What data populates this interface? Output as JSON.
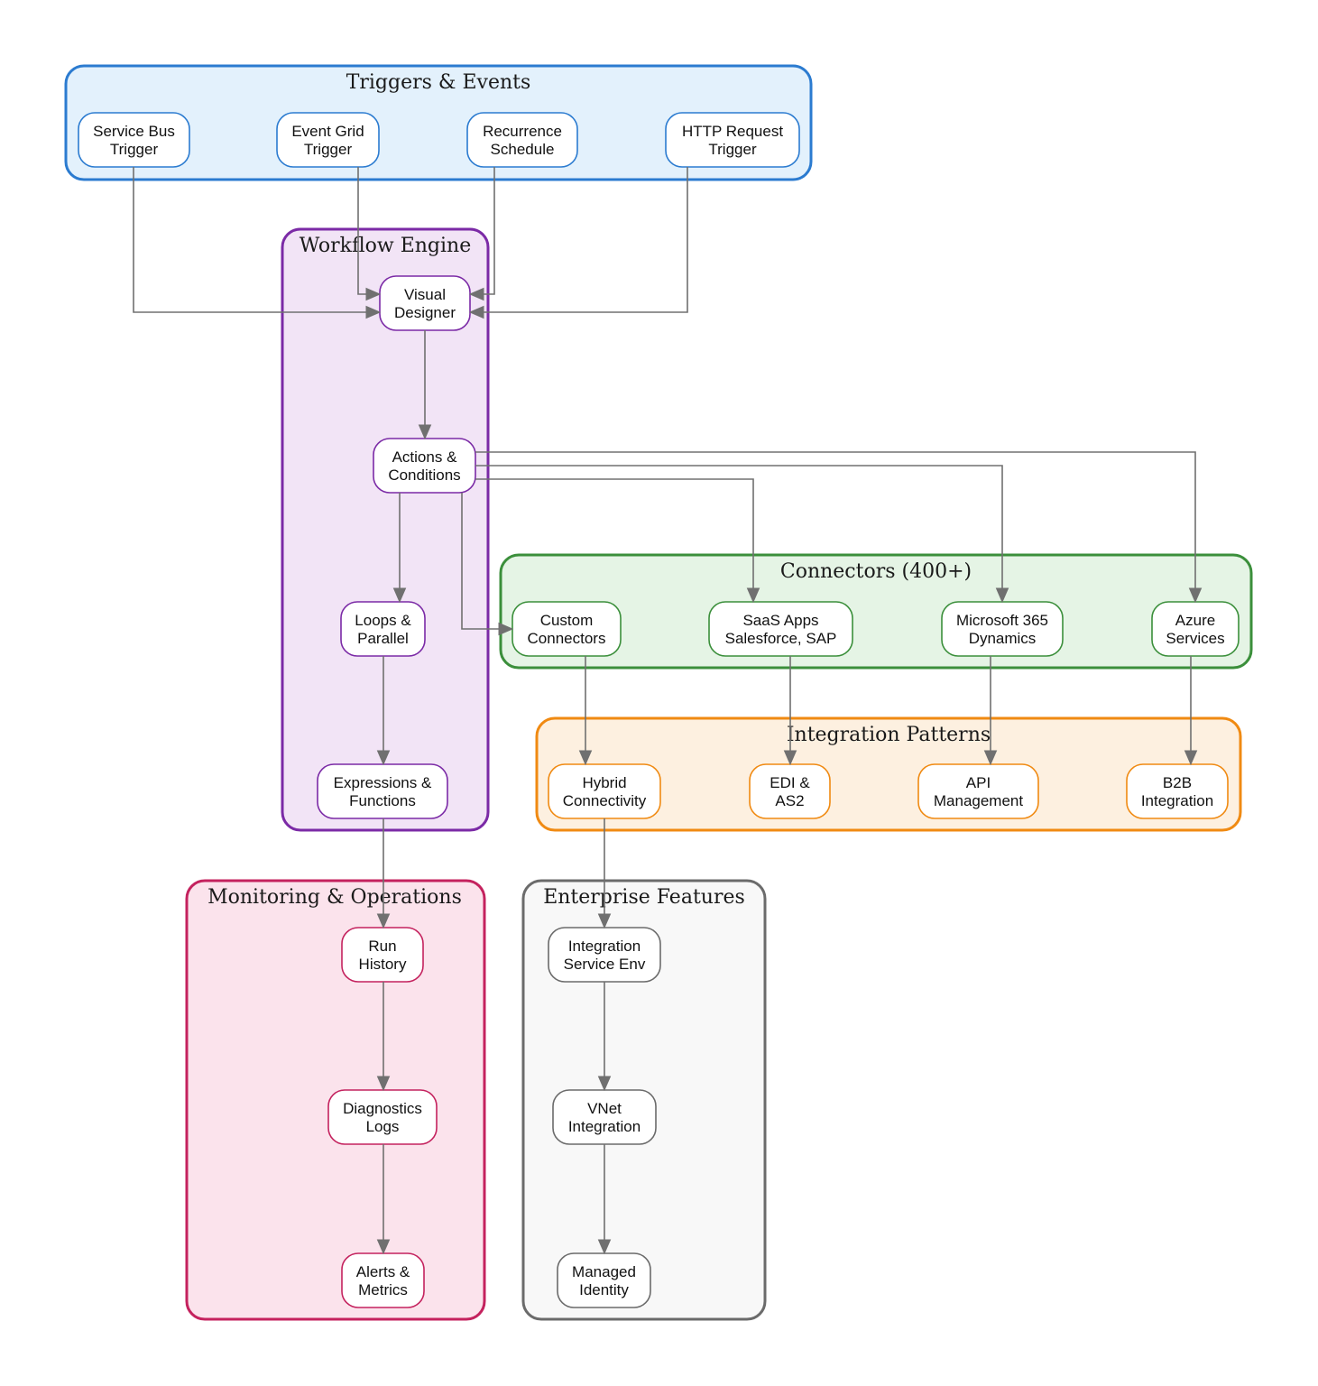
{
  "colors": {
    "edge": "#707070",
    "triggers": {
      "stroke": "#2b7bd0",
      "fill": "#e3f1fc"
    },
    "workflow": {
      "stroke": "#7b2aa6",
      "fill": "#f2e4f6"
    },
    "connectors": {
      "stroke": "#3b8f3b",
      "fill": "#e5f4e5"
    },
    "integration": {
      "stroke": "#f08a12",
      "fill": "#fdf0e0"
    },
    "monitoring": {
      "stroke": "#c4225e",
      "fill": "#fbe3ec"
    },
    "enterprise": {
      "stroke": "#6b6b6b",
      "fill": "#f8f8f8"
    }
  },
  "clusters": {
    "triggers": {
      "title": "Triggers & Events"
    },
    "workflow": {
      "title": "Workflow Engine"
    },
    "connectors": {
      "title": "Connectors (400+)"
    },
    "integration": {
      "title": "Integration Patterns"
    },
    "monitoring": {
      "title": "Monitoring & Operations"
    },
    "enterprise": {
      "title": "Enterprise Features"
    }
  },
  "nodes": {
    "service_bus": {
      "label": [
        "Service Bus",
        "Trigger"
      ]
    },
    "event_grid": {
      "label": [
        "Event Grid",
        "Trigger"
      ]
    },
    "recurrence": {
      "label": [
        "Recurrence",
        "Schedule"
      ]
    },
    "http_request": {
      "label": [
        "HTTP Request",
        "Trigger"
      ]
    },
    "visual_designer": {
      "label": [
        "Visual",
        "Designer"
      ]
    },
    "actions_conditions": {
      "label": [
        "Actions &",
        "Conditions"
      ]
    },
    "loops_parallel": {
      "label": [
        "Loops &",
        "Parallel"
      ]
    },
    "expressions_functions": {
      "label": [
        "Expressions &",
        "Functions"
      ]
    },
    "custom_connectors": {
      "label": [
        "Custom",
        "Connectors"
      ]
    },
    "saas_apps": {
      "label": [
        "SaaS Apps",
        "Salesforce, SAP"
      ]
    },
    "microsoft_365": {
      "label": [
        "Microsoft 365",
        "Dynamics"
      ]
    },
    "azure_services": {
      "label": [
        "Azure",
        "Services"
      ]
    },
    "hybrid_connectivity": {
      "label": [
        "Hybrid",
        "Connectivity"
      ]
    },
    "edi_as2": {
      "label": [
        "EDI &",
        "AS2"
      ]
    },
    "api_management": {
      "label": [
        "API",
        "Management"
      ]
    },
    "b2b_integration": {
      "label": [
        "B2B",
        "Integration"
      ]
    },
    "run_history": {
      "label": [
        "Run",
        "History"
      ]
    },
    "diagnostics_logs": {
      "label": [
        "Diagnostics",
        "Logs"
      ]
    },
    "alerts_metrics": {
      "label": [
        "Alerts &",
        "Metrics"
      ]
    },
    "integration_service_env": {
      "label": [
        "Integration",
        "Service Env"
      ]
    },
    "vnet_integration": {
      "label": [
        "VNet",
        "Integration"
      ]
    },
    "managed_identity": {
      "label": [
        "Managed",
        "Identity"
      ]
    }
  },
  "edges": [
    [
      "service_bus",
      "visual_designer"
    ],
    [
      "event_grid",
      "visual_designer"
    ],
    [
      "recurrence",
      "visual_designer"
    ],
    [
      "http_request",
      "visual_designer"
    ],
    [
      "visual_designer",
      "actions_conditions"
    ],
    [
      "actions_conditions",
      "loops_parallel"
    ],
    [
      "actions_conditions",
      "custom_connectors"
    ],
    [
      "actions_conditions",
      "saas_apps"
    ],
    [
      "actions_conditions",
      "microsoft_365"
    ],
    [
      "actions_conditions",
      "azure_services"
    ],
    [
      "loops_parallel",
      "expressions_functions"
    ],
    [
      "custom_connectors",
      "hybrid_connectivity"
    ],
    [
      "saas_apps",
      "edi_as2"
    ],
    [
      "microsoft_365",
      "api_management"
    ],
    [
      "azure_services",
      "b2b_integration"
    ],
    [
      "expressions_functions",
      "run_history"
    ],
    [
      "run_history",
      "diagnostics_logs"
    ],
    [
      "diagnostics_logs",
      "alerts_metrics"
    ],
    [
      "hybrid_connectivity",
      "integration_service_env"
    ],
    [
      "integration_service_env",
      "vnet_integration"
    ],
    [
      "vnet_integration",
      "managed_identity"
    ]
  ]
}
